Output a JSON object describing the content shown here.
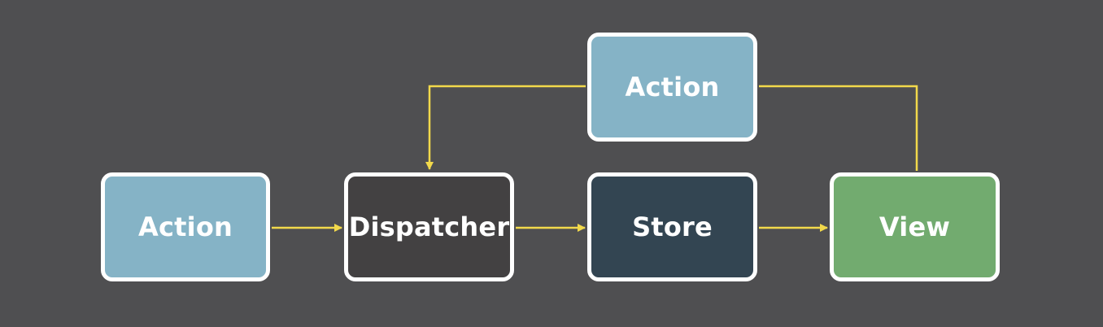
{
  "colors": {
    "background": "#4f4f51",
    "connector": "#f2d94b",
    "border": "#ffffff",
    "action": "#85b3c6",
    "dispatcher": "#434142",
    "store": "#334552",
    "view": "#72ab6f"
  },
  "nodes": {
    "action_left": {
      "label": "Action"
    },
    "dispatcher": {
      "label": "Dispatcher"
    },
    "store": {
      "label": "Store"
    },
    "view": {
      "label": "View"
    },
    "action_top": {
      "label": "Action"
    }
  },
  "edges": [
    {
      "from": "action_left",
      "to": "dispatcher"
    },
    {
      "from": "dispatcher",
      "to": "store"
    },
    {
      "from": "store",
      "to": "view"
    },
    {
      "from": "view",
      "to": "action_top"
    },
    {
      "from": "action_top",
      "to": "dispatcher"
    }
  ]
}
